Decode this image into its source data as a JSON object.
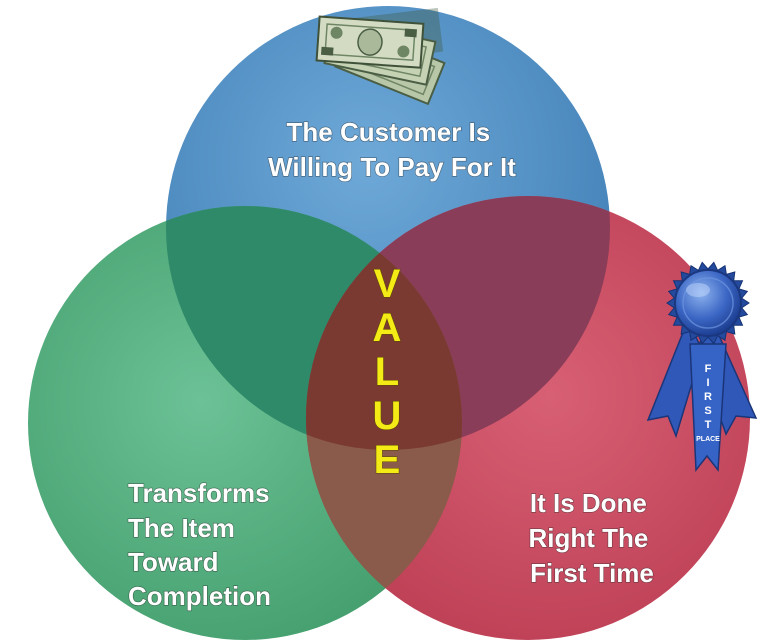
{
  "diagram": {
    "circles": [
      {
        "id": "top",
        "label_lines": [
          "The Customer Is",
          "Willing To Pay For It"
        ],
        "color": "#4f8fc4"
      },
      {
        "id": "left",
        "label_lines": [
          "Transforms",
          "The Item",
          "Toward",
          "Completion"
        ],
        "color": "#4dae7a"
      },
      {
        "id": "right",
        "label_lines": [
          "It Is Done",
          "Right The",
          "First Time"
        ],
        "color": "#c9475c"
      }
    ],
    "center": {
      "letters": [
        "V",
        "A",
        "L",
        "U",
        "E"
      ],
      "color": "#f4ea16"
    },
    "overlap_colors": {
      "top_left": "#2f8a6a",
      "top_right": "#8a3d58",
      "left_right": "#8a5a4a",
      "all": "#7a3a32"
    },
    "icons": {
      "money": "dollar-bills-icon",
      "ribbon": "first-place-ribbon-icon"
    },
    "ribbon_text": [
      "F",
      "I",
      "R",
      "S",
      "T"
    ],
    "ribbon_subtext": "PLACE"
  }
}
